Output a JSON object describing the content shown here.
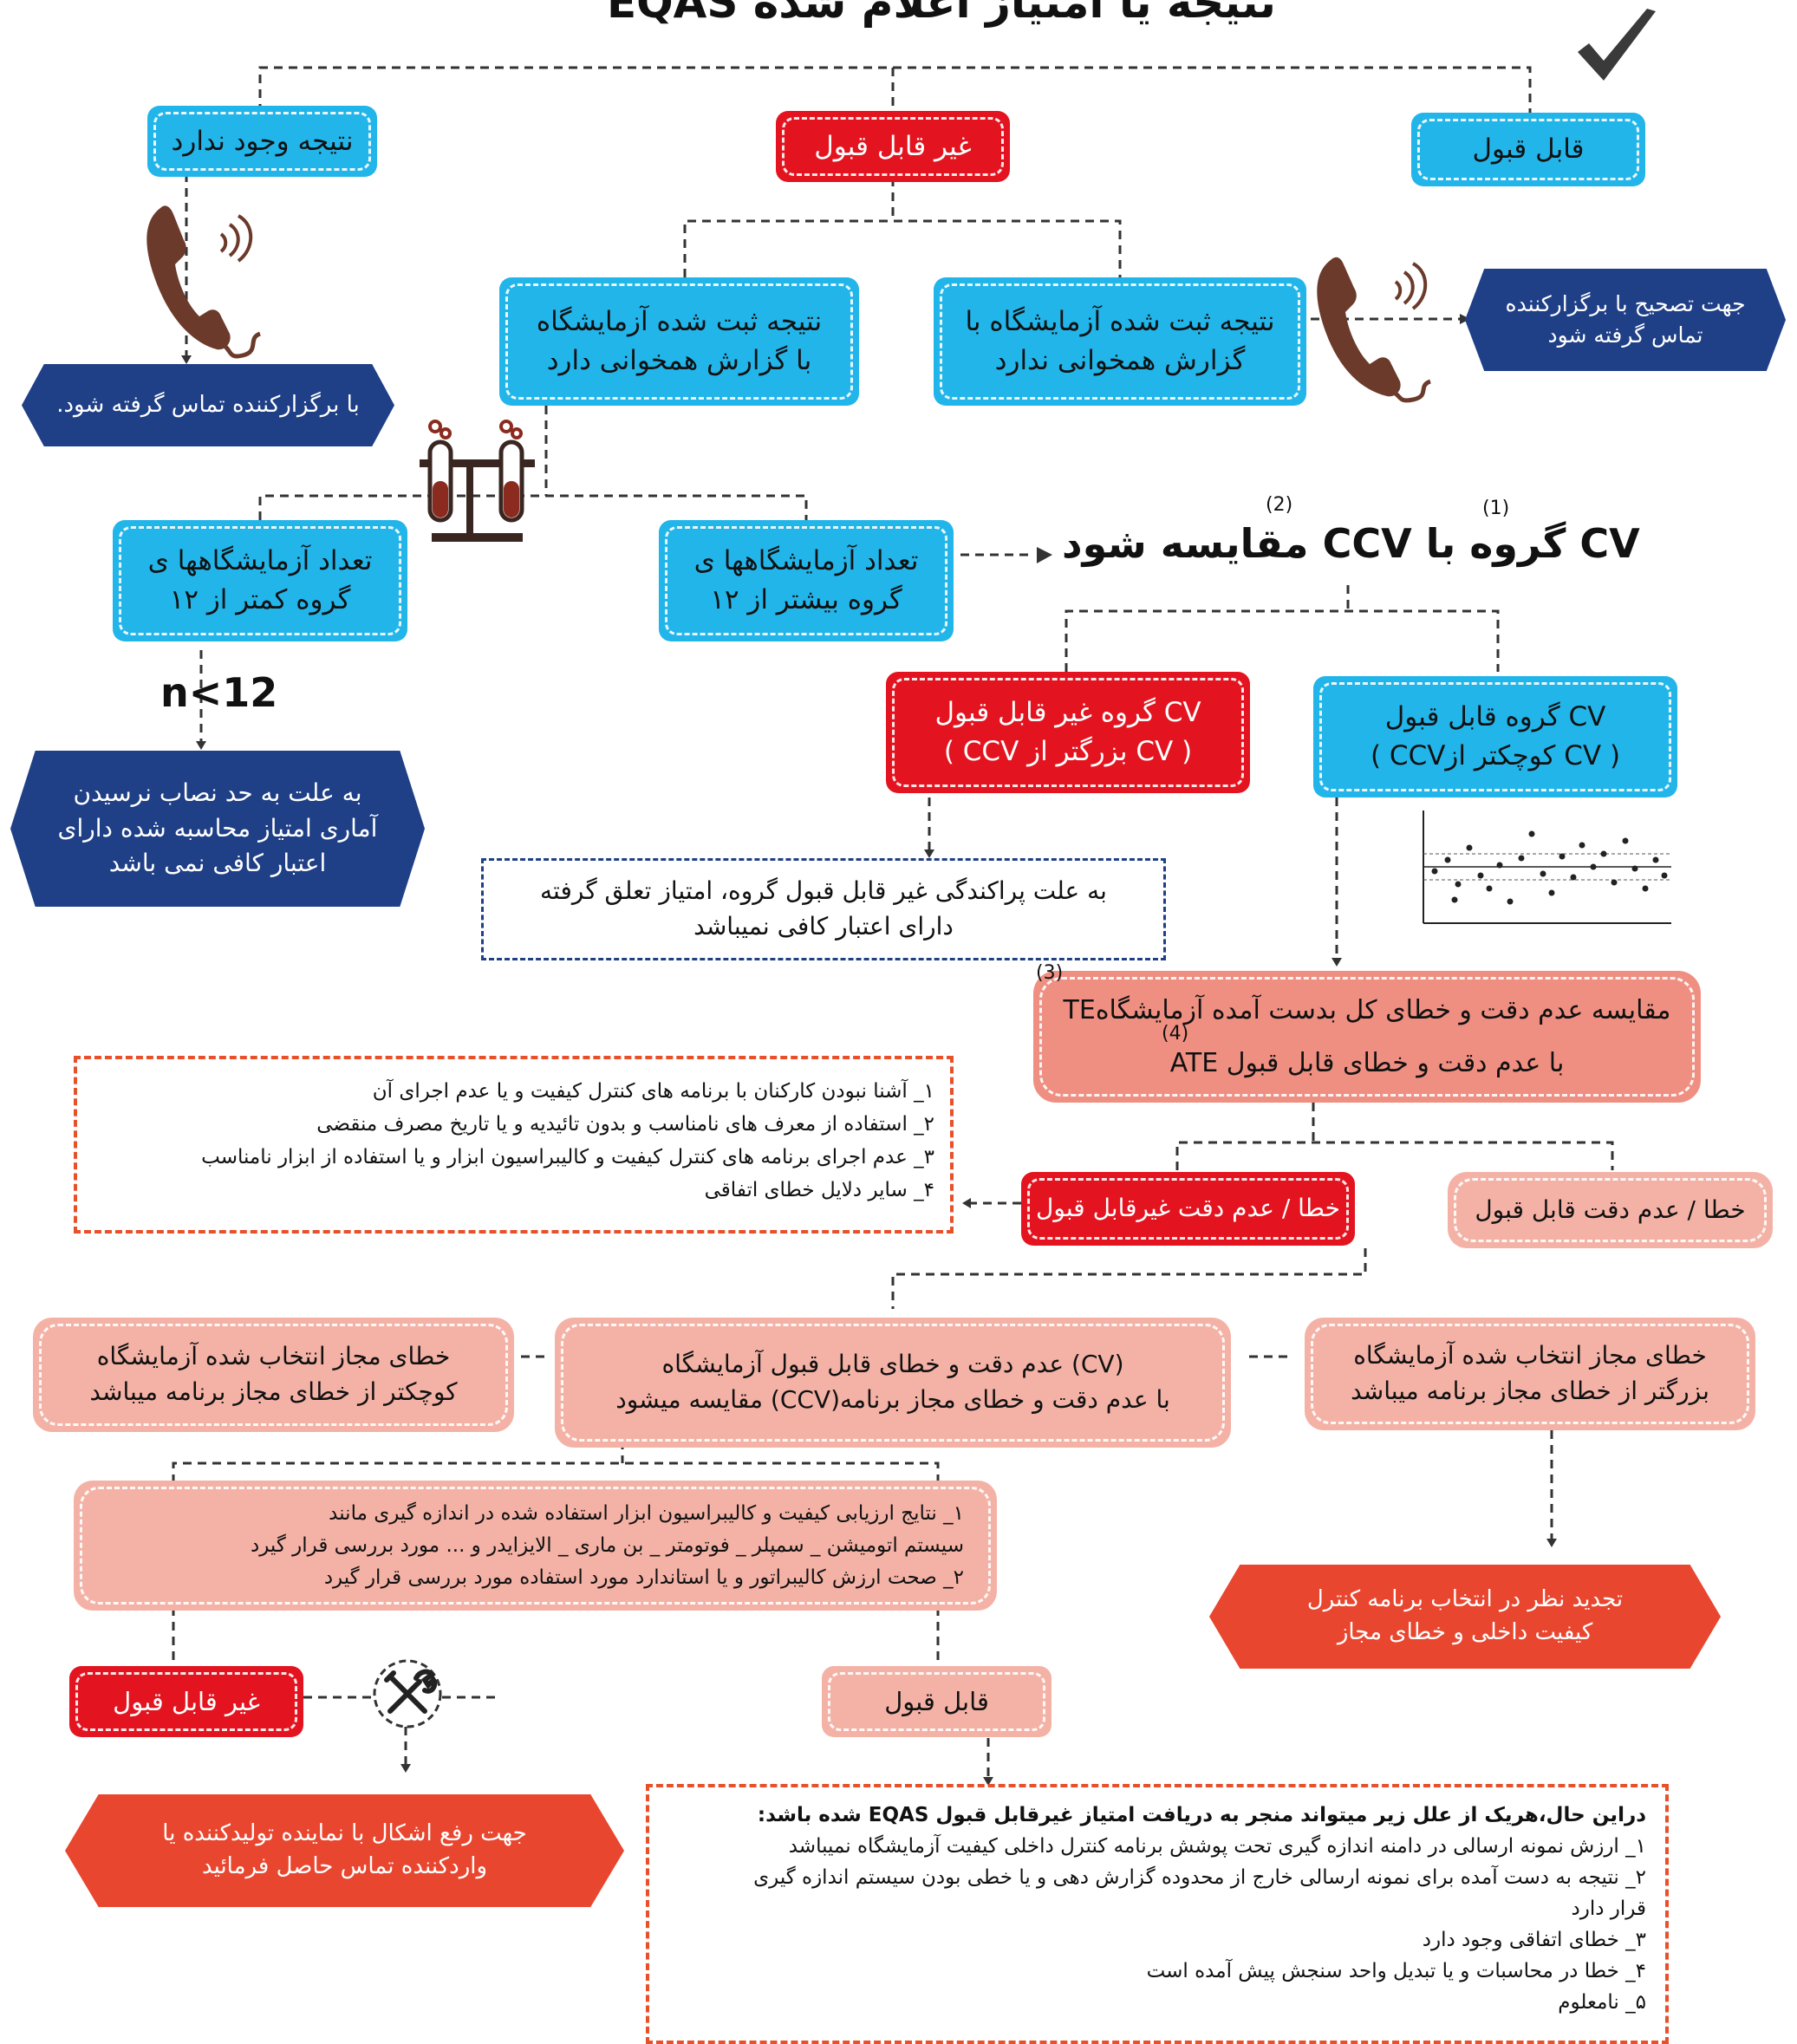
{
  "title": "نتیجه یا امتیاز اعلام شده EQAS",
  "top_row": {
    "acceptable": "قابل قبول",
    "unacceptable": "غیر قابل قبول",
    "no_result": "نتیجه وجود ندارد"
  },
  "no_result_note": "با برگزارکننده تماس گرفته شود.",
  "consistent": [
    "نتیجه ثبت شده آزمایشگاه",
    "با گزارش همخوانی دارد"
  ],
  "inconsistent": [
    "نتیجه ثبت شده آزمایشگاه با",
    "گزارش همخوانی ندارد"
  ],
  "correction_note": [
    "جهت تصحیح با برگزارکننده",
    "تماس گرفته شود"
  ],
  "labs_less": [
    "تعداد آزمایشگاهها ی",
    "گروه کمتر از ۱۲"
  ],
  "labs_more": [
    "تعداد آزمایشگاهها ی",
    "گروه بیشتر از ۱۲"
  ],
  "n_label": "n<12",
  "insufficient_note": [
    "به علت به حد نصاب نرسیدن",
    "آماری امتیاز محاسبه شده دارای",
    "اعتبار کافی نمی باشد"
  ],
  "cv_compare": {
    "text": "CV گروه با CCV مقایسه شود",
    "ref1": "(1)",
    "ref2": "(2)"
  },
  "cv_acceptable": [
    "CV گروه قابل قبول",
    "( CV کوچکتر ازCCV )"
  ],
  "cv_unacceptable": [
    "CV گروه غیر قابل قبول",
    "( CV بزرگتر از CCV )"
  ],
  "dispersion_note": [
    "به علت پراکندگی غیر قابل قبول گروه، امتیاز تعلق گرفته",
    "دارای اعتبار کافی نمیباشد"
  ],
  "te_compare": [
    "مقایسه عدم دقت و خطای کل بدست آمده آزمایشگاهTE",
    "با عدم دقت و خطای قابل قبول ATE"
  ],
  "ref3": "(3)",
  "ref4": "(4)",
  "error_causes": [
    "۱_ آشنا نبودن کارکنان با برنامه های کنترل کیفیت و یا عدم اجرای آن",
    "۲_ استفاده از معرف های نامناسب و بدون تائیدیه و یا تاریخ مصرف منقضی",
    "۳_ عدم اجرای برنامه های کنترل کیفیت و کالیبراسیون ابزار و یا استفاده از ابزار نامناسب",
    "۴_ سایر دلایل خطای اتفاقی"
  ],
  "error_unacceptable": "خطا / عدم دقت غیرقابل قبول",
  "error_acceptable": "خطا / عدم دقت قابل قبول",
  "lab_error_smaller": [
    "خطای مجاز انتخاب شده آزمایشگاه",
    "کوچکتر از خطای مجاز برنامه میباشد"
  ],
  "compare_ccv": [
    "(CV) عدم دقت و خطای قابل قبول آزمایشگاه",
    "با عدم دقت و خطای مجاز برنامه(CCV) مقایسه میشود"
  ],
  "lab_error_larger": [
    "خطای مجاز انتخاب شده آزمایشگاه",
    "بزرگتر از خطای مجاز برنامه میباشد"
  ],
  "calibration_notes": [
    "۱_ نتایج ارزیابی کیفیت و کالیبراسیون ابزار استفاده شده در اندازه گیری مانند",
    "سیستم اتومیشن _ سمپلر _ فوتومتر _ بن ماری _ الایزایدر و ... مورد بررسی قرار گیرد",
    "۲_ صحت ارزش کالیبراتور و یا استاندارد مورد استفاده مورد بررسی قرار گیرد"
  ],
  "revise_note": [
    "تجدید نظر در انتخاب برنامه کنترل",
    "کیفیت داخلی و خطای مجاز"
  ],
  "final_unacceptable": "غیر قابل قبول",
  "final_acceptable": "قابل قبول",
  "manufacturer_note": [
    "جهت رفع اشکال با نماینده تولیدکننده یا",
    "واردکننده تماس حاصل فرمائید"
  ],
  "final_notes": {
    "header": "دراین حال،هریک از علل زیر میتواند منجر به دریافت امتیاز غیرقابل قبول EQAS شده باشد:",
    "items": [
      "۱_ ارزش نمونه ارسالی در دامنه اندازه گیری تحت پوشش برنامه کنترل داخلی کیفیت آزمایشگاه نمیباشد",
      "۲_ نتیجه به دست آمده برای نمونه ارسالی خارج از محدوده گزارش دهی و یا خطی بودن سیستم اندازه گیری",
      "قرار دارد",
      "۳_ خطای اتفاقی وجود دارد",
      "۴_ خطا در محاسبات و یا تبدیل واحد سنجش پیش آمده است",
      "۵_ نامعلوم"
    ]
  },
  "colors": {
    "blue": "#22b5ea",
    "red": "#e3141f",
    "salmon": "#ef8f82",
    "navy": "#1f3f86",
    "orange": "#e9462f",
    "phone": "#6b3a2a"
  },
  "icons": [
    "checkmark-icon",
    "phone-icon",
    "test-tube-rack-icon",
    "scatter-chart-icon",
    "wrench-icon"
  ]
}
